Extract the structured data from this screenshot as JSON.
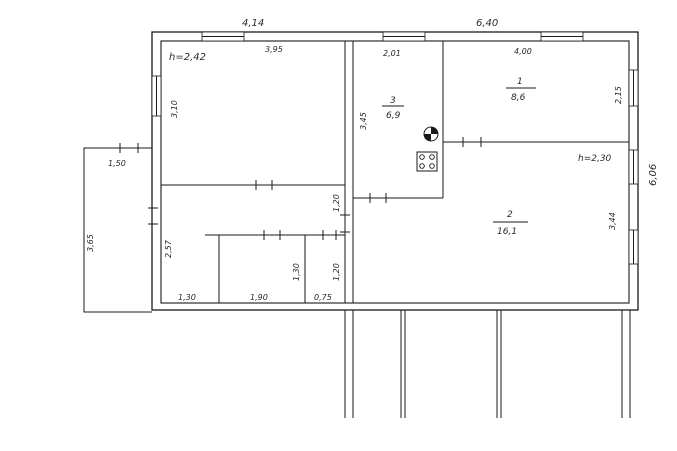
{
  "dimensions": {
    "top_left_length": "4,14",
    "top_right_length": "6,40",
    "right_height": "6,06",
    "room_left_width": "3,95",
    "room_left_depth": "3,10",
    "room3_width": "2,01",
    "room3_depth": "3,45",
    "room1_width": "4,00",
    "room1_depth": "2,15",
    "room2_depth": "3,44",
    "porch_width": "1,50",
    "porch_depth": "3,65",
    "hall_depth": "2,57",
    "closet_a_width": "1,30",
    "closet_b_width": "1,90",
    "closet_b_depth": "1,30",
    "closet_c_depth": "1,20",
    "closet_c_width": "0,75",
    "door_depth": "1,20"
  },
  "heights": {
    "left": "h=2,42",
    "right": "h=2,30"
  },
  "rooms": {
    "room1": {
      "number": "1",
      "area": "8,6"
    },
    "room2": {
      "number": "2",
      "area": "16,1"
    },
    "room3": {
      "number": "3",
      "area": "6,9"
    }
  },
  "symbols": [
    "gas-meter-icon",
    "stove-icon"
  ]
}
